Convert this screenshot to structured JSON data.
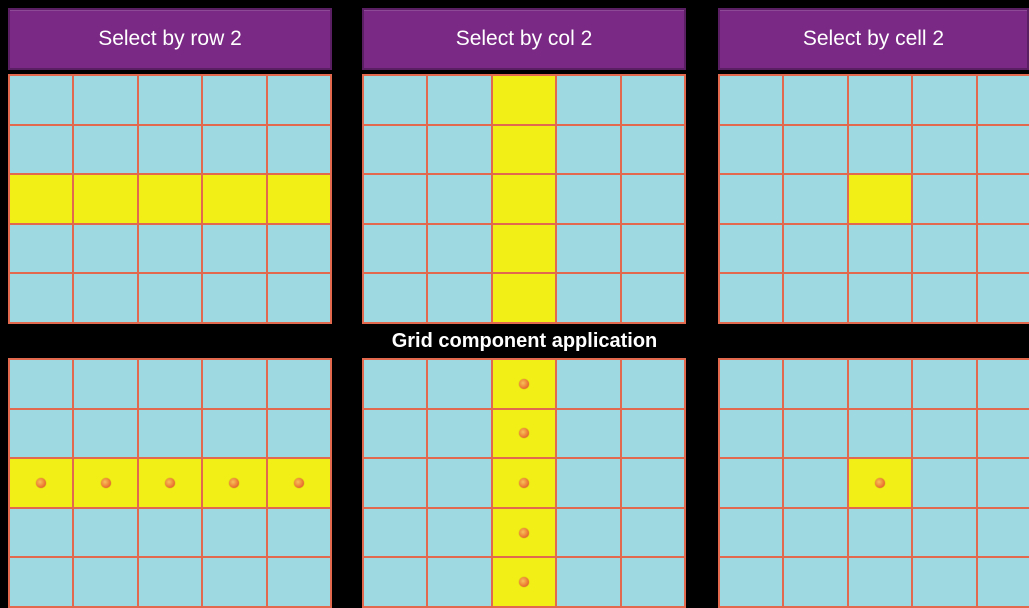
{
  "colors": {
    "background": "#000000",
    "header_bg": "#7a2a84",
    "cell_bg": "#9ed8e0",
    "cell_selected": "#f2ef17",
    "grid_lines": "#e2694d",
    "marker": "#e85a2e"
  },
  "panels": [
    {
      "header": "Select by row 2",
      "mode": "row",
      "index": 2
    },
    {
      "header": "Select by col 2",
      "mode": "col",
      "index": 2
    },
    {
      "header": "Select by cell 2",
      "mode": "cell",
      "row": 2,
      "col": 2
    }
  ],
  "caption": "Grid component application",
  "grid": {
    "rows": 5,
    "cols": 5
  },
  "icons": {
    "marker": "selection-marker-icon"
  }
}
